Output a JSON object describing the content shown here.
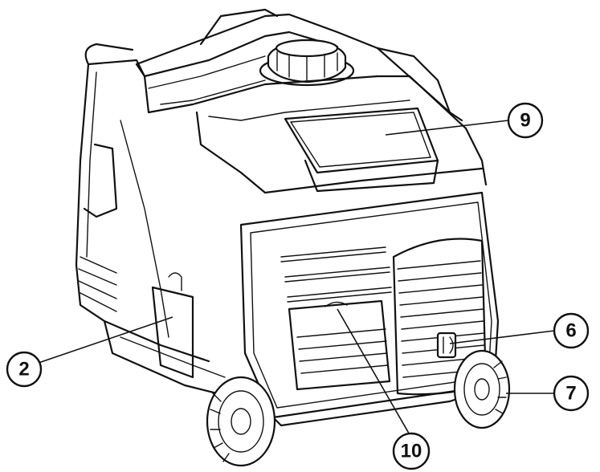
{
  "figure": {
    "subject": "portable-inverter-generator-rear-view"
  },
  "callouts": [
    {
      "id": "c9",
      "number": "9"
    },
    {
      "id": "c6",
      "number": "6"
    },
    {
      "id": "c7",
      "number": "7"
    },
    {
      "id": "c2",
      "number": "2"
    },
    {
      "id": "c10",
      "number": "10"
    }
  ]
}
